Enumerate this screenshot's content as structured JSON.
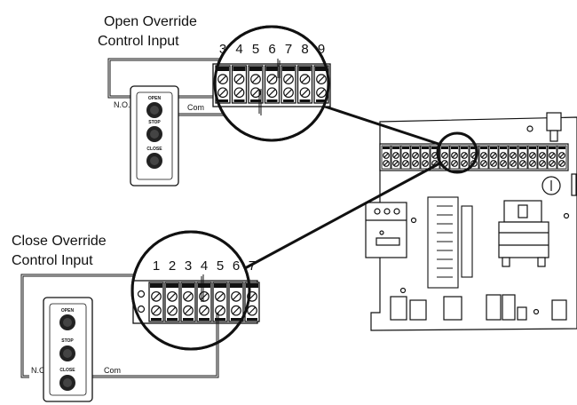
{
  "labels": {
    "open_override_line1": "Open Override",
    "open_override_line2": "Control Input",
    "close_override_line1": "Close Override",
    "close_override_line2": "Control Input"
  },
  "top_terminals": [
    "3",
    "4",
    "5",
    "6",
    "7",
    "8",
    "9"
  ],
  "bottom_terminals": [
    "1",
    "2",
    "3",
    "4",
    "5",
    "6",
    "7"
  ],
  "wiring": {
    "top_no": "N.O.",
    "top_com": "Com",
    "bottom_no": "N.O.",
    "bottom_com": "Com"
  },
  "station_top": {
    "open": "OPEN",
    "stop": "STOP",
    "close": "CLOSE"
  },
  "station_bottom": {
    "open": "OPEN",
    "stop": "STOP",
    "close": "CLOSE"
  }
}
